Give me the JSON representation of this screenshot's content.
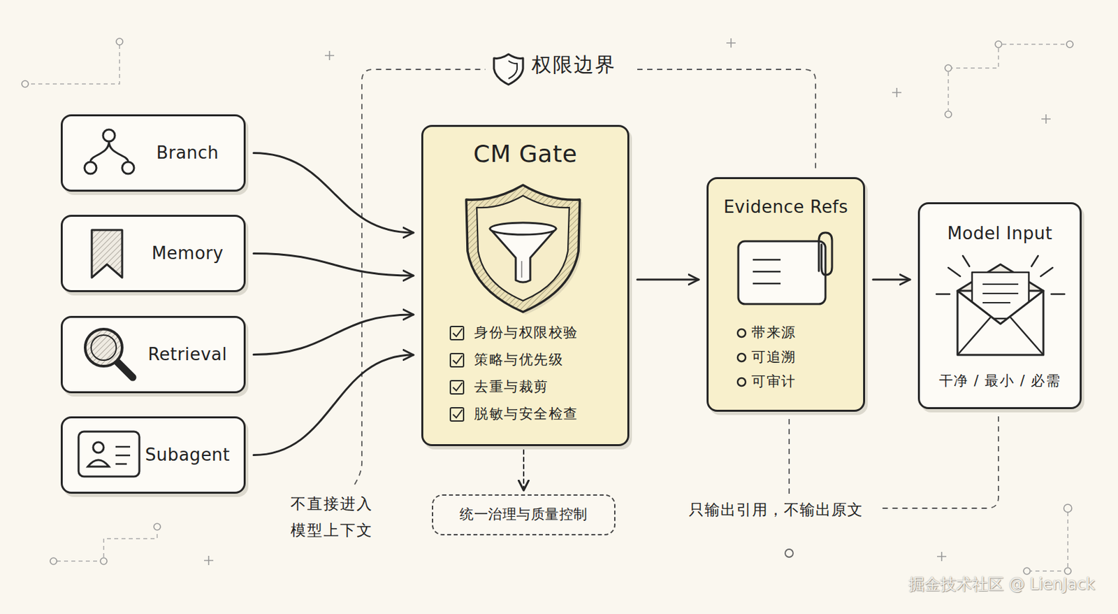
{
  "diagram": {
    "nodes": [
      {
        "text": [
          "Branch"
        ]
      },
      {
        "text": [
          "Memory"
        ]
      },
      {
        "text": [
          "Retrieval"
        ]
      },
      {
        "text": [
          "Subagent"
        ]
      },
      {
        "text": [
          "CM Gate",
          "身份与权限校验",
          "策略与优先级",
          "去重与裁剪",
          "脱敏与安全检查"
        ]
      },
      {
        "text": [
          "统一治理与质量控制"
        ]
      },
      {
        "text": [
          "Evidence Refs",
          "带来源",
          "可追溯",
          "可审计"
        ]
      },
      {
        "text": [
          "Model Input",
          "干净 / 最小 / 必需"
        ]
      }
    ],
    "edges": [
      {
        "from": 0,
        "to": 4,
        "arrow": "to"
      },
      {
        "from": 1,
        "to": 4,
        "arrow": "to"
      },
      {
        "from": 2,
        "to": 4,
        "arrow": "to"
      },
      {
        "from": 3,
        "to": 4,
        "arrow": "to"
      },
      {
        "from": 4,
        "to": 5,
        "arrow": "to"
      },
      {
        "from": 4,
        "to": 6,
        "arrow": "to"
      },
      {
        "from": 6,
        "to": 7,
        "arrow": "to"
      }
    ],
    "labels": [
      "权限边界",
      "不直接进入 模型上下文",
      "只输出引用，不输出原文",
      "掘金技术社区 @ LienJack"
    ]
  }
}
